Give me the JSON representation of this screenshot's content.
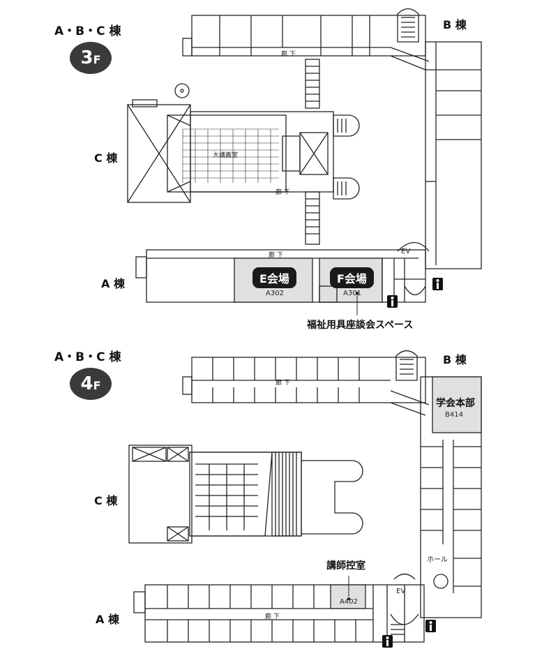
{
  "floor3": {
    "header": "A・B・C 棟",
    "badge_number": "3",
    "badge_unit": "F",
    "buildings": {
      "a": "A 棟",
      "b": "B 棟",
      "c": "C 棟"
    },
    "corridor": "廊 下",
    "lecture_hall": "大講義室",
    "ev": "EV",
    "rooms": [
      {
        "label": "E会場",
        "code": "A302"
      },
      {
        "label": "F会場",
        "code": "A301"
      }
    ],
    "annotation": "福祉用具座談会スペース"
  },
  "floor4": {
    "header": "A・B・C 棟",
    "badge_number": "4",
    "badge_unit": "F",
    "buildings": {
      "a": "A 棟",
      "b": "B 棟",
      "c": "C 棟"
    },
    "corridor": "廊 下",
    "hall": "ホール",
    "ev": "EV",
    "hq": {
      "label": "学会本部",
      "code": "B414"
    },
    "speaker_room": {
      "label": "講師控室",
      "code": "A402"
    }
  }
}
